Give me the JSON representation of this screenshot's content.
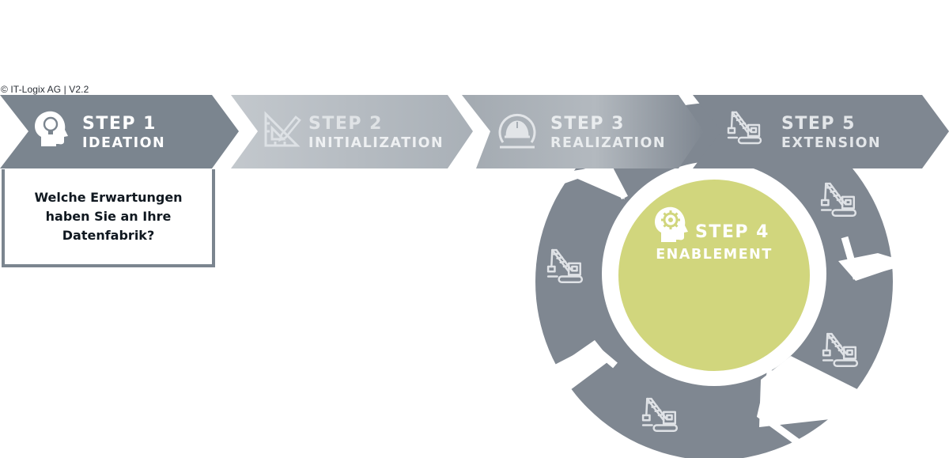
{
  "copyright": "© IT-Logix AG | V2.2",
  "colors": {
    "step1": "#7b858f",
    "step2": "#b4bac1",
    "step3": "#a7aeb5",
    "step5": "#7f8791",
    "cycle": "#7f8791",
    "enablement": "#d1d67d",
    "text": "#ffffff",
    "callout_text": "#101820"
  },
  "steps": [
    {
      "number": "STEP 1",
      "name": "IDEATION",
      "icon": "lightbulb-head-icon"
    },
    {
      "number": "STEP 2",
      "name": "INITIALIZATION",
      "icon": "triangle-ruler-icon"
    },
    {
      "number": "STEP 3",
      "name": "REALIZATION",
      "icon": "hard-hat-icon"
    },
    {
      "number": "STEP 5",
      "name": "EXTENSION",
      "icon": "crane-icon"
    }
  ],
  "enablement": {
    "number": "STEP 4",
    "name": "ENABLEMENT",
    "icon": "gear-head-icon"
  },
  "cycle_icons": [
    "crane-icon",
    "crane-icon",
    "crane-icon",
    "crane-icon"
  ],
  "callout": {
    "lines": [
      "Welche Erwartungen",
      "haben Sie an Ihre",
      "Datenfabrik?"
    ]
  }
}
